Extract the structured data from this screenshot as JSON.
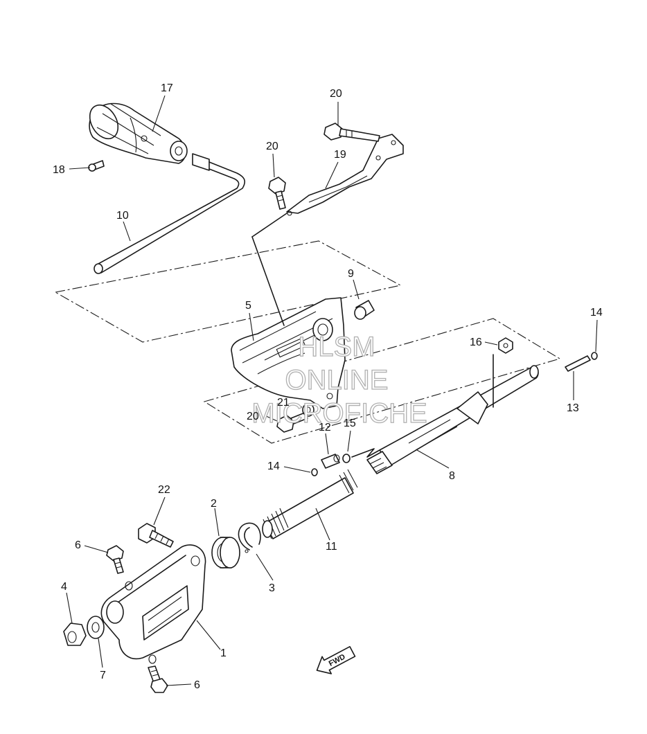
{
  "watermark": {
    "line1": "HLSM",
    "line2": "ONLINE",
    "line3": "MICROFICHE"
  },
  "direction_badge": {
    "label": "FWD"
  },
  "callouts": {
    "c1": "1",
    "c2": "2",
    "c3": "3",
    "c4": "4",
    "c5": "5",
    "c6a": "6",
    "c6b": "6",
    "c7": "7",
    "c8": "8",
    "c9": "9",
    "c10": "10",
    "c11": "11",
    "c12": "12",
    "c13": "13",
    "c14a": "14",
    "c14b": "14",
    "c15": "15",
    "c16": "16",
    "c17": "17",
    "c18": "18",
    "c19": "19",
    "c20a": "20",
    "c20b": "20",
    "c20c": "20",
    "c21": "21",
    "c22": "22"
  }
}
